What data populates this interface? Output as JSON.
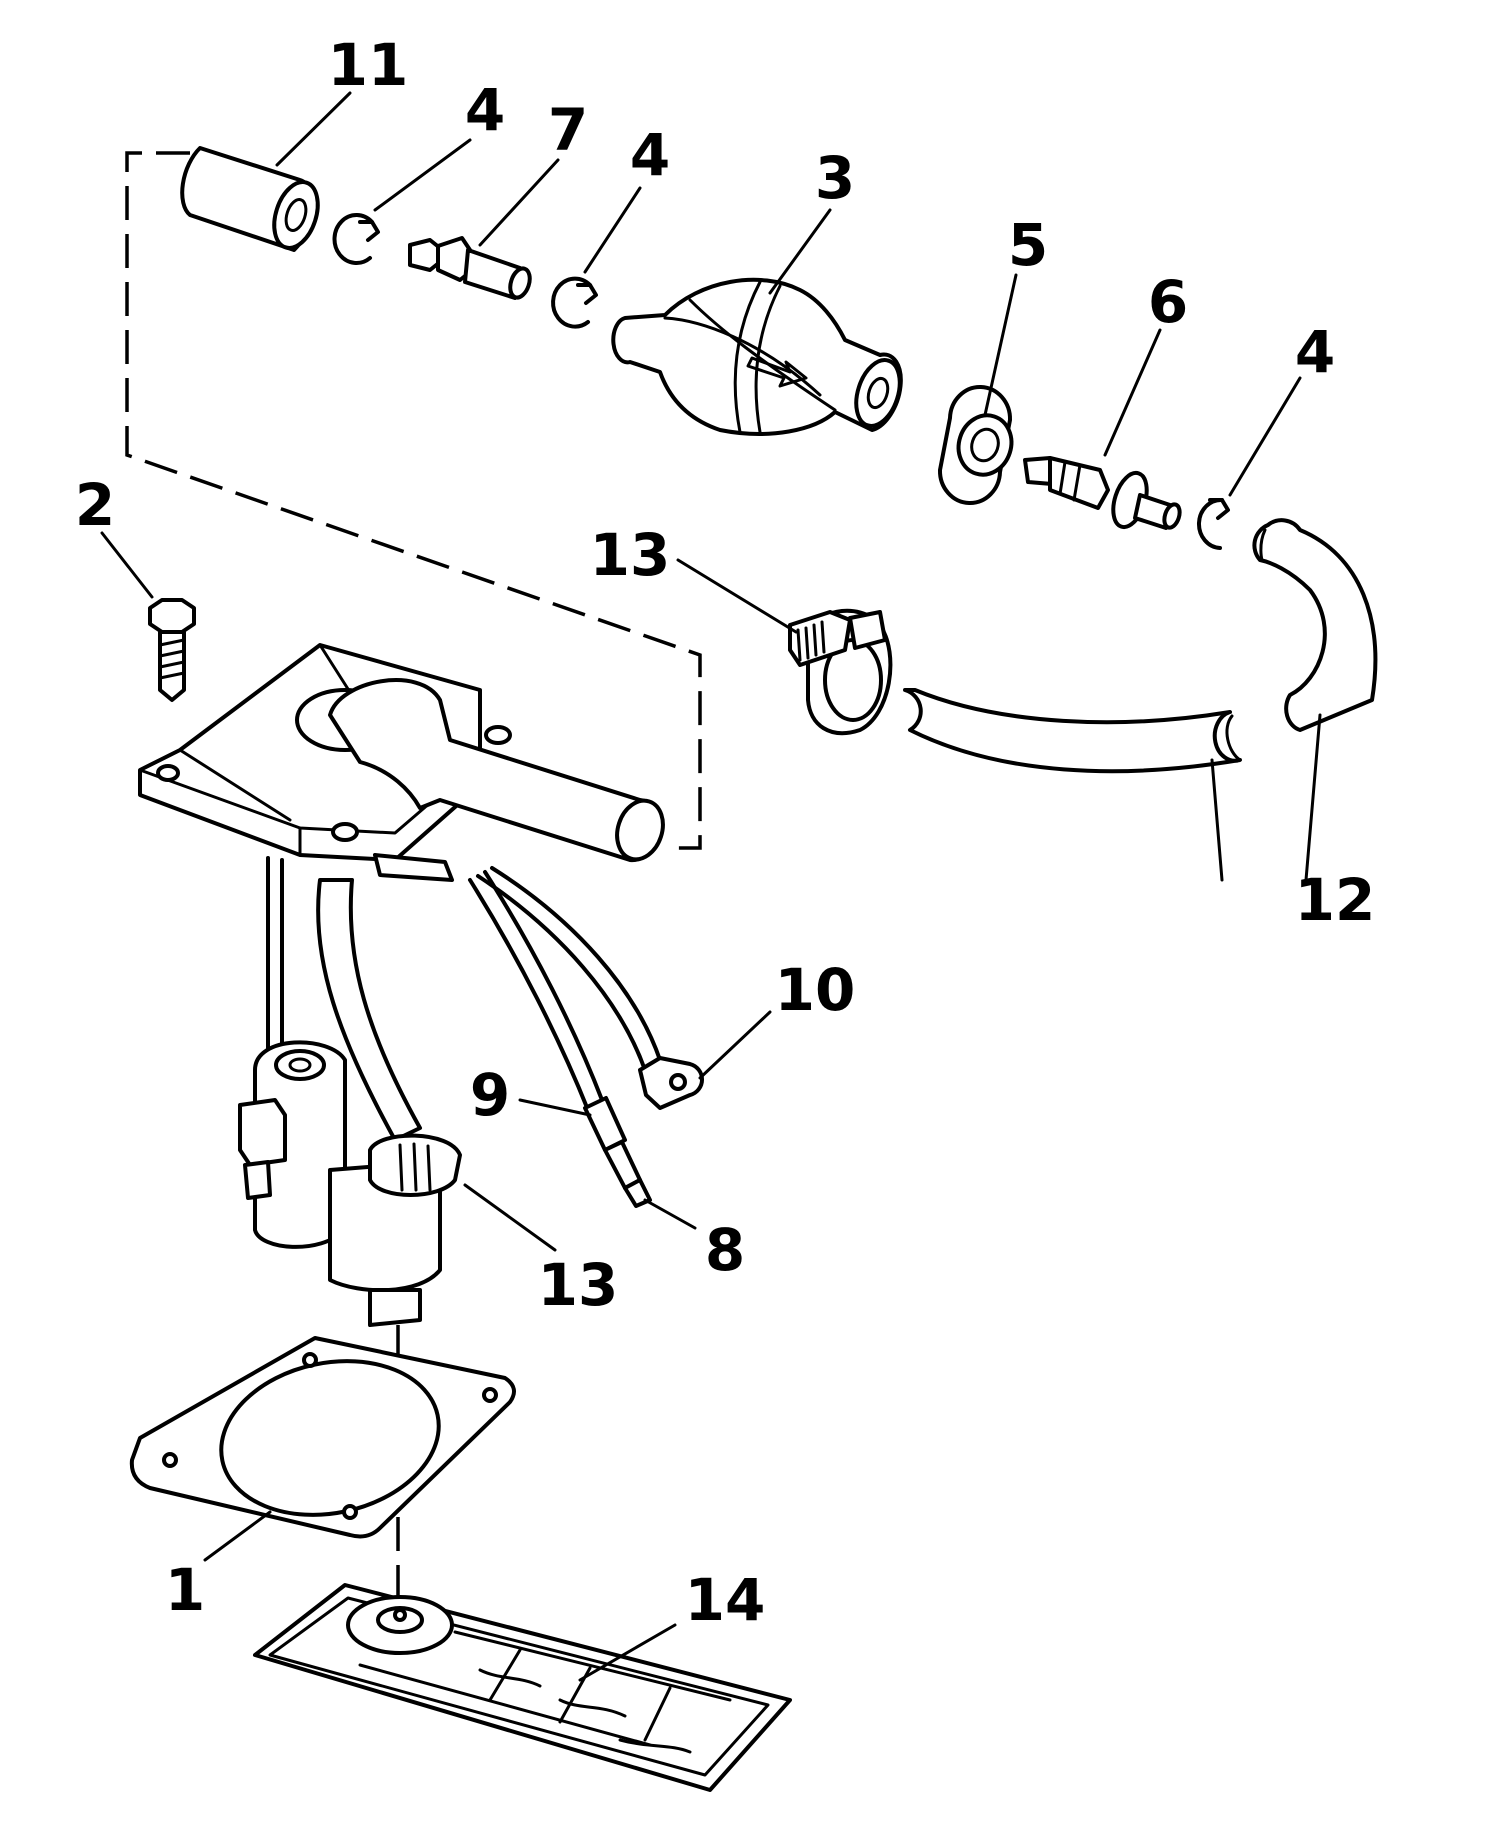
{
  "callouts": [
    {
      "id": "c11",
      "label": "11"
    },
    {
      "id": "c4a",
      "label": "4"
    },
    {
      "id": "c7",
      "label": "7"
    },
    {
      "id": "c4b",
      "label": "4"
    },
    {
      "id": "c3",
      "label": "3"
    },
    {
      "id": "c5",
      "label": "5"
    },
    {
      "id": "c6",
      "label": "6"
    },
    {
      "id": "c4c",
      "label": "4"
    },
    {
      "id": "c2",
      "label": "2"
    },
    {
      "id": "c13a",
      "label": "13"
    },
    {
      "id": "c12",
      "label": "12"
    },
    {
      "id": "c10",
      "label": "10"
    },
    {
      "id": "c9",
      "label": "9"
    },
    {
      "id": "c8",
      "label": "8"
    },
    {
      "id": "c13b",
      "label": "13"
    },
    {
      "id": "c1",
      "label": "1"
    },
    {
      "id": "c14",
      "label": "14"
    }
  ]
}
